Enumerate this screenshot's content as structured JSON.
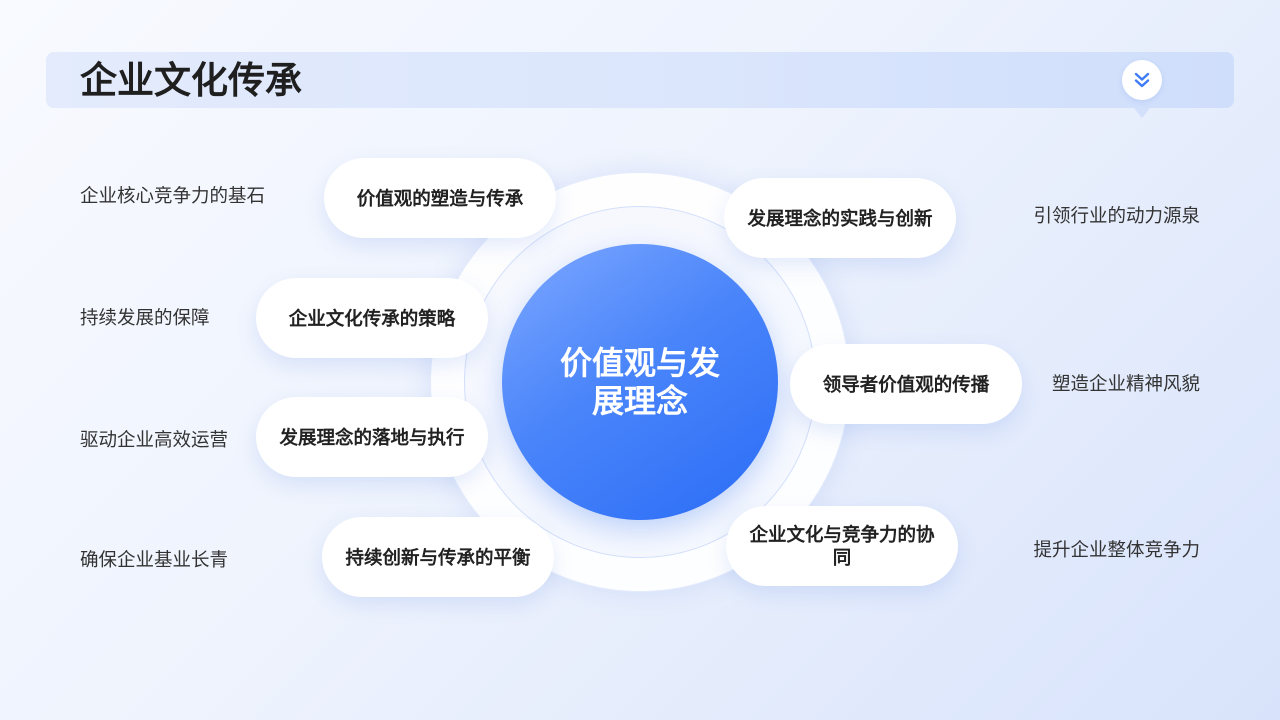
{
  "header": {
    "title": "企业文化传承",
    "icon": "double-chevron-down-icon"
  },
  "hub": {
    "label": "价值观与发展理念"
  },
  "left_items": [
    {
      "label": "价值观的塑造与传承",
      "description": "企业核心竞争力的基石"
    },
    {
      "label": "企业文化传承的策略",
      "description": "持续发展的保障"
    },
    {
      "label": "发展理念的落地与执行",
      "description": "驱动企业高效运营"
    },
    {
      "label": "持续创新与传承的平衡",
      "description": "确保企业基业长青"
    }
  ],
  "right_items": [
    {
      "label": "发展理念的实践与创新",
      "description": "引领行业的动力源泉"
    },
    {
      "label": "领导者价值观的传播",
      "description": "塑造企业精神风貌"
    },
    {
      "label": "企业文化与竞争力的协同",
      "description": "提升企业整体竞争力"
    }
  ],
  "colors": {
    "background_top": "#f8faff",
    "background_bottom": "#d8e3fb",
    "header_bar": "#dbe6fc",
    "hub_light": "#7ea8ff",
    "hub_dark": "#2a6cf6",
    "pill": "#ffffff",
    "text_dark": "#1f1f1f",
    "icon_blue": "#3f7cf6"
  }
}
